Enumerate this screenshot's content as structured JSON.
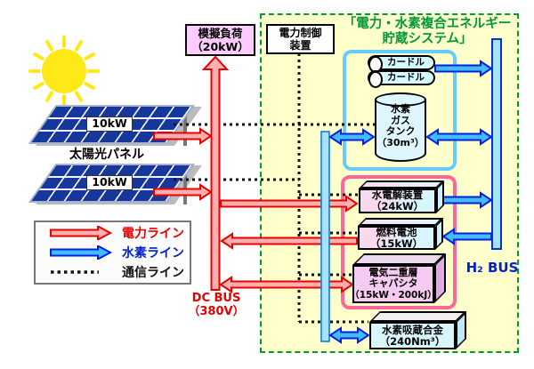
{
  "title": {
    "line1": "「電力・水素複合エネルギー",
    "line2": "貯蔵システム」"
  },
  "load": {
    "line1": "模擬負荷",
    "line2": "（20kW）"
  },
  "controller": {
    "line1": "電力制御",
    "line2": "装置"
  },
  "solar": {
    "panel1_label": "10kW",
    "panel2_label": "10kW",
    "caption": "太陽光パネル"
  },
  "storage": {
    "cardle1": "カードル",
    "cardle2": "カードル",
    "tank_l1": "水素",
    "tank_l2": "ガス",
    "tank_l3": "タンク",
    "tank_l4": "（30m³）"
  },
  "equipment": {
    "electrolyzer_l1": "水電解装置",
    "electrolyzer_l2": "（24kW）",
    "fuelcell_l1": "燃料電池",
    "fuelcell_l2": "（15kW）",
    "capacitor_l1": "電気二重層",
    "capacitor_l2": "キャパシタ",
    "capacitor_l3": "（15kW・200kJ）",
    "alloy_l1": "水素吸蔵合金",
    "alloy_l2": "（240Nm³）"
  },
  "buses": {
    "dc_l1": "DC BUS",
    "dc_l2": "（380V）",
    "h2": "H₂ BUS"
  },
  "legend": {
    "power": "電力ライン",
    "hydrogen": "水素ライン",
    "comm": "通信ライン"
  },
  "colors": {
    "power_line": "#E80000",
    "hydrogen_line": "#0022CC",
    "area_bg": "#FFFFCC",
    "area_border": "#009933",
    "storage_border": "#66CCFF",
    "equipment_border": "#FF6699",
    "load_bg": "#FFCCFF"
  }
}
